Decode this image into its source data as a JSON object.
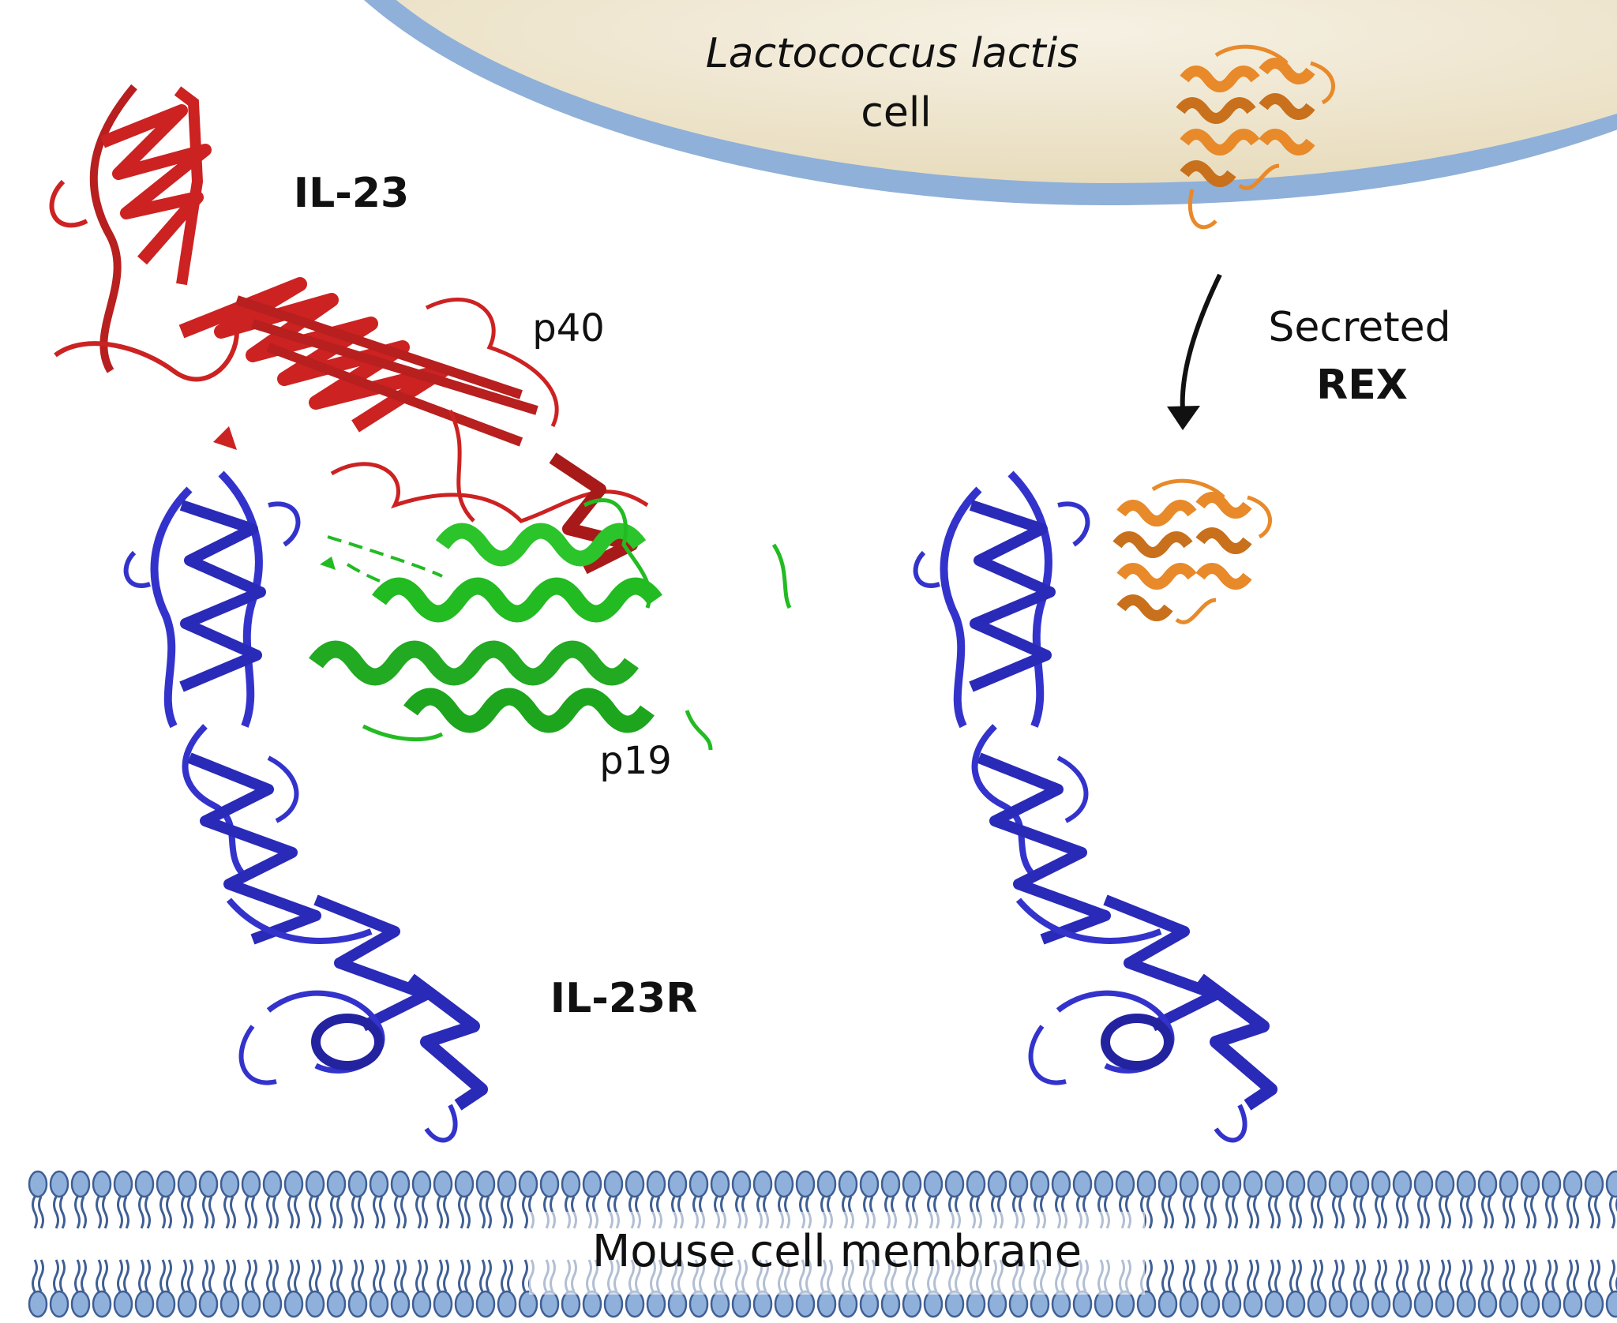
{
  "labels": {
    "cell_name": "Lactococcus lactis",
    "cell_word": "cell",
    "il23": "IL-23",
    "p40": "p40",
    "p19": "p19",
    "il23r": "IL-23R",
    "secreted": "Secreted",
    "rex": "REX",
    "membrane": "Mouse cell membrane"
  },
  "colors": {
    "il23_p40": "#cc2222",
    "il23_p19": "#22bb22",
    "receptor": "#3333cc",
    "rex": "#e8892a",
    "cell_fill": "#efe6cf",
    "cell_border": "#8fb0d8",
    "membrane": "#6f93cc"
  },
  "icons": [
    "il23-p40-structure-icon",
    "il23-p19-structure-icon",
    "il23r-structure-icon",
    "rex-structure-icon",
    "secretion-arrow-icon",
    "lipid-bilayer-icon"
  ]
}
